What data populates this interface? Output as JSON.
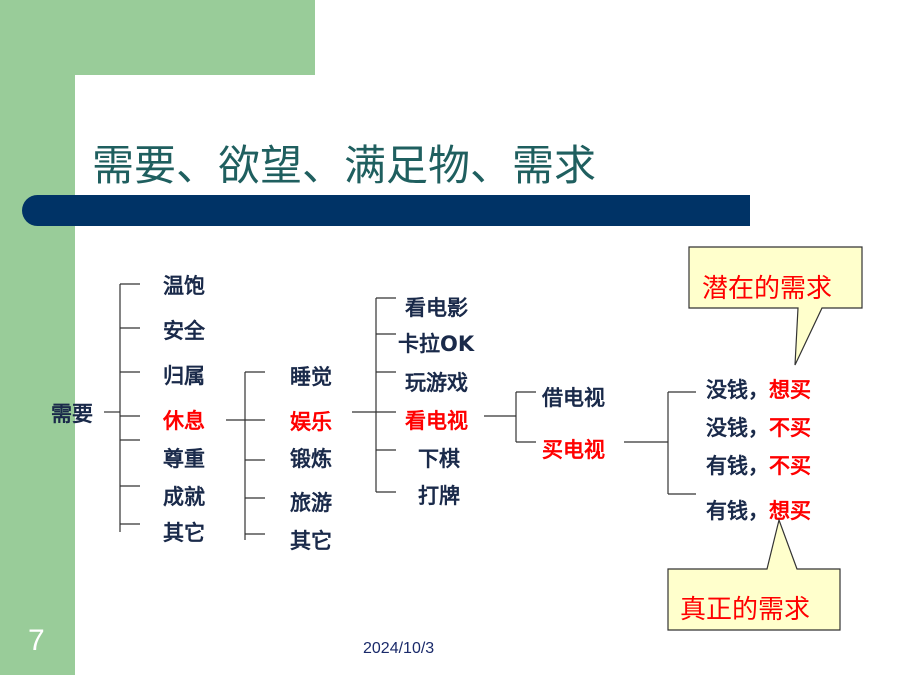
{
  "slide": {
    "title": "需要、欲望、满足物、需求",
    "number": "7",
    "date": "2024/10/3"
  },
  "tree": {
    "root": "需要",
    "level1": [
      "温饱",
      "安全",
      "归属",
      "休息",
      "尊重",
      "成就",
      "其它"
    ],
    "level2": [
      "睡觉",
      "娱乐",
      "锻炼",
      "旅游",
      "其它"
    ],
    "level3": [
      "看电影",
      "卡拉OK",
      "玩游戏",
      "看电视",
      "下棋",
      "打牌"
    ],
    "level4": [
      "借电视",
      "买电视"
    ],
    "level5": [
      {
        "prefix": "没钱，",
        "suffix": "想买"
      },
      {
        "prefix": "没钱，",
        "suffix": "不买"
      },
      {
        "prefix": "有钱，",
        "suffix": "不买"
      },
      {
        "prefix": "有钱，",
        "suffix": "想买"
      }
    ]
  },
  "callouts": {
    "latent": "潜在的需求",
    "real": "真正的需求"
  },
  "colors": {
    "green": "#99cc99",
    "bar": "#003366",
    "title": "#1f5f5f",
    "highlight": "#ff0000",
    "callout_fill": "#ffffcc"
  }
}
